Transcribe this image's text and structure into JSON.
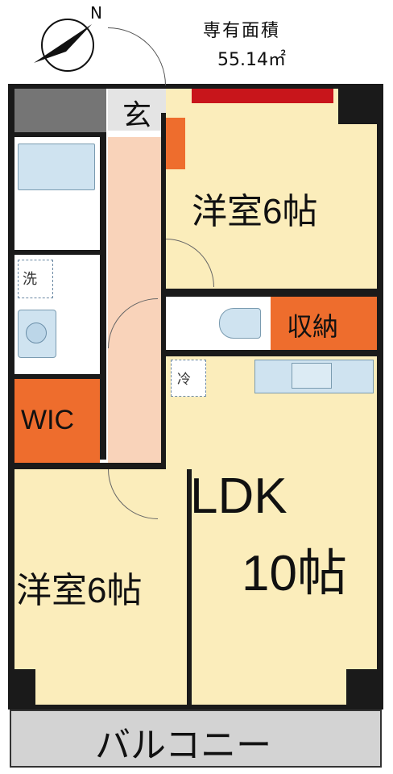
{
  "header": {
    "area_title": "専有面積",
    "area_value": "55.14㎡",
    "compass_label": "N"
  },
  "rooms": {
    "genkan": "玄",
    "bedroom_north": "洋室6帖",
    "storage": "収納",
    "ldk_name": "LDK",
    "ldk_size": "10帖",
    "wic": "WIC",
    "bedroom_south": "洋室6帖",
    "balcony": "バルコニー"
  },
  "fixtures": {
    "washer": "洗",
    "fridge": "冷"
  },
  "colors": {
    "wall": "#1a1a1a",
    "room_yellow": "#fbedbb",
    "hall_peach": "#f9d3ba",
    "orange": "#ee6d2d",
    "red_bar": "#c8151b",
    "fixture_blue": "#cfe3f0",
    "balcony_grey": "#d3d3d3"
  }
}
